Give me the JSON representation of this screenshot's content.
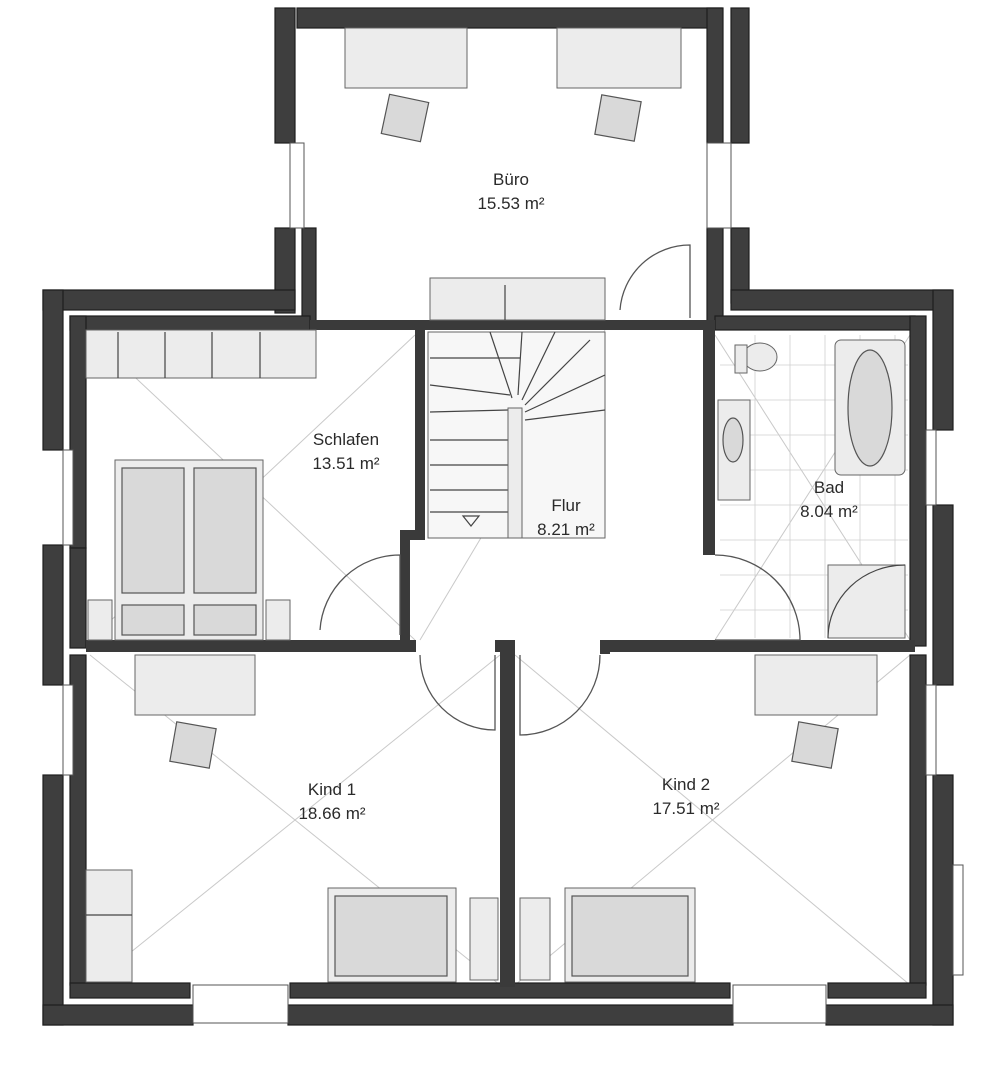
{
  "rooms": {
    "buero": {
      "name": "Büro",
      "area": "15.53 m²"
    },
    "schlafen": {
      "name": "Schlafen",
      "area": "13.51 m²"
    },
    "flur": {
      "name": "Flur",
      "area": "8.21 m²"
    },
    "bad": {
      "name": "Bad",
      "area": "8.04 m²"
    },
    "kind1": {
      "name": "Kind 1",
      "area": "18.66 m²"
    },
    "kind2": {
      "name": "Kind 2",
      "area": "17.51 m²"
    }
  },
  "colors": {
    "wall": "#3e3e3e",
    "floor": "#ffffff",
    "furniture": "#d9d9d9"
  }
}
